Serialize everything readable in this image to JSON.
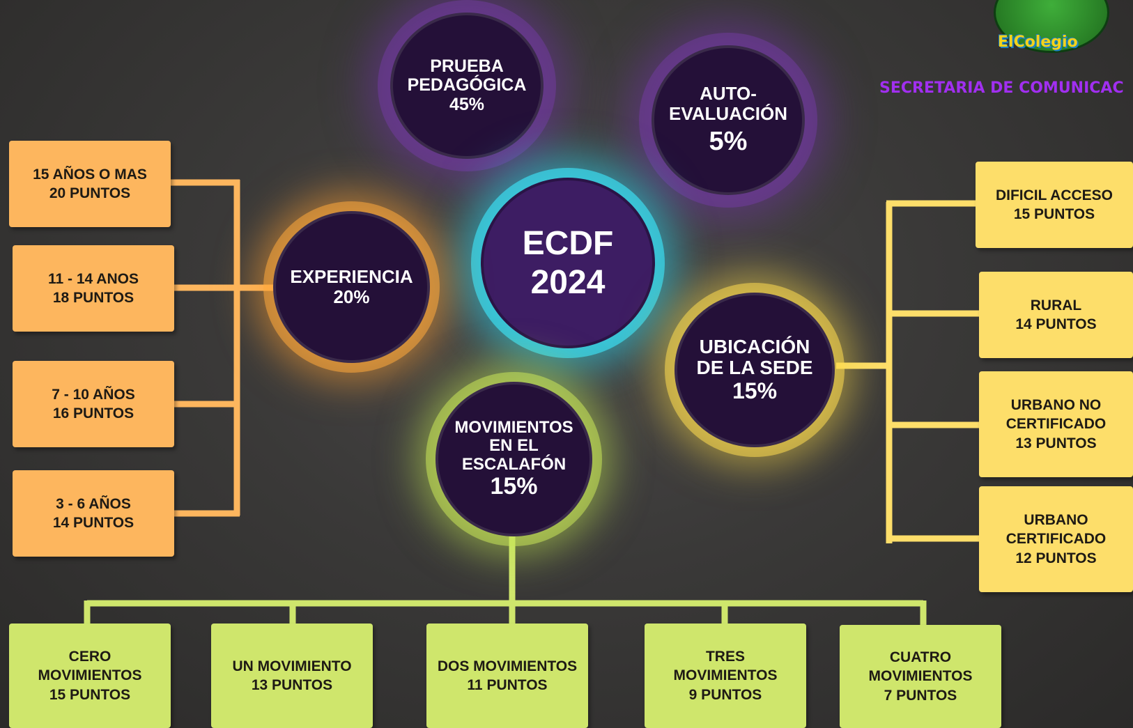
{
  "center": {
    "line1": "ECDF",
    "line2": "2024"
  },
  "nodes": {
    "prueba": {
      "line1": "PRUEBA",
      "line2": "PEDAGÓGICA",
      "pct": "45%"
    },
    "auto": {
      "line1": "AUTO-",
      "line2": "EVALUACIÓN",
      "pct": "5%"
    },
    "experiencia": {
      "line1": "EXPERIENCIA",
      "pct": "20%"
    },
    "ubicacion": {
      "line1": "UBICACIÓN",
      "line2": "DE LA SEDE",
      "pct": "15%"
    },
    "movimientos": {
      "line1": "MOVIMIENTOS",
      "line2": "EN EL",
      "line3": "ESCALAFÓN",
      "pct": "15%"
    }
  },
  "experiencia_items": [
    {
      "line1": "15 AÑOS O MAS",
      "line2": "20 PUNTOS"
    },
    {
      "line1": "11 - 14 ANOS",
      "line2": "18 PUNTOS"
    },
    {
      "line1": "7 - 10 AÑOS",
      "line2": "16 PUNTOS"
    },
    {
      "line1": "3 - 6 AÑOS",
      "line2": "14 PUNTOS"
    }
  ],
  "ubicacion_items": [
    {
      "line1": "DIFICIL ACCESO",
      "line2": "15 PUNTOS"
    },
    {
      "line1": "RURAL",
      "line2": "14 PUNTOS"
    },
    {
      "line1": "URBANO NO",
      "line2": "CERTIFICADO",
      "line3": "13 PUNTOS"
    },
    {
      "line1": "URBANO",
      "line2": "CERTIFICADO",
      "line3": "12 PUNTOS"
    }
  ],
  "movimientos_items": [
    {
      "line1": "CERO",
      "line2": "MOVIMIENTOS",
      "line3": "15 PUNTOS"
    },
    {
      "line1": "UN MOVIMIENTO",
      "line2": "13 PUNTOS"
    },
    {
      "line1": "DOS MOVIMIENTOS",
      "line2": "11 PUNTOS"
    },
    {
      "line1": "TRES",
      "line2": "MOVIMIENTOS",
      "line3": "9 PUNTOS"
    },
    {
      "line1": "CUATRO",
      "line2": "MOVIMIENTOS",
      "line3": "7 PUNTOS"
    }
  ],
  "logo": {
    "text": "ElColegio",
    "subtitle": "SECRETARIA DE COMUNICAC"
  },
  "colors": {
    "orange": "#fdb65e",
    "yellow": "#fdde6a",
    "green": "#cfe66c",
    "circle": "#241038",
    "cyan_glow": "#3cdcf0"
  }
}
